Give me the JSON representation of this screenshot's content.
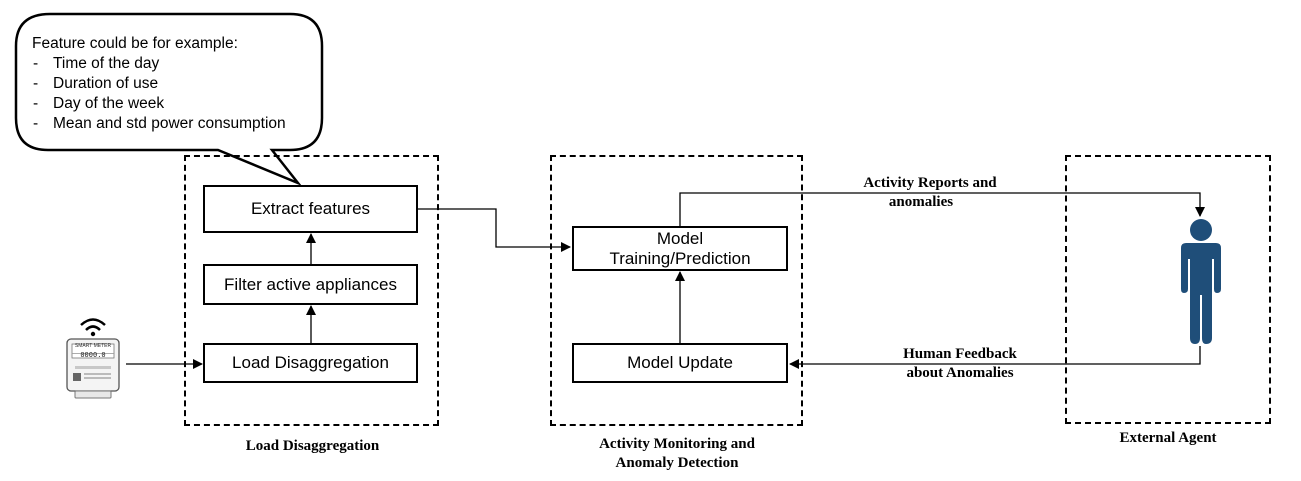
{
  "callout": {
    "heading": "Feature could be for example:",
    "items": [
      "Time of the day",
      "Duration of use",
      "Day of the week",
      "Mean and std power consumption"
    ]
  },
  "boxes": {
    "extract_features": "Extract features",
    "filter_active": "Filter active appliances",
    "load_disaggregation": "Load Disaggregation",
    "model_training_line1": "Model",
    "model_training_line2": "Training/Prediction",
    "model_update": "Model Update"
  },
  "regions": {
    "load_disaggregation": "Load Disaggregation",
    "activity_line1": "Activity Monitoring and",
    "activity_line2": "Anomaly Detection",
    "external_agent": "External Agent"
  },
  "arrows": {
    "reports_line1": "Activity Reports and",
    "reports_line2": "anomalies",
    "feedback_line1": "Human Feedback",
    "feedback_line2": "about Anomalies"
  },
  "meter": {
    "brand": "SMART METER",
    "reading": "0000.0"
  },
  "colors": {
    "person": "#1f4e79",
    "line": "#000000"
  }
}
